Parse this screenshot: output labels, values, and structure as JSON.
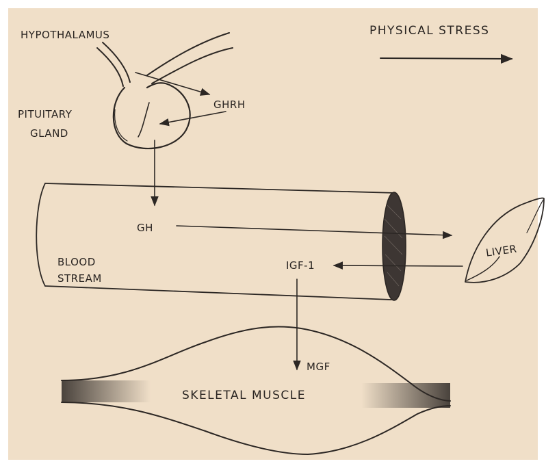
{
  "labels": {
    "hypothalamus": "HYPOTHALAMUS",
    "physical_stress": "PHYSICAL STRESS",
    "pituitary_line1": "PITUITARY",
    "pituitary_line2": "GLAND",
    "ghrh": "GHRH",
    "gh": "GH",
    "liver": "LIVER",
    "blood_line1": "BLOOD",
    "blood_line2": "STREAM",
    "igf1": "IGF-1",
    "mgf": "MGF",
    "skeletal_muscle": "SKELETAL MUSCLE"
  },
  "colors": {
    "paper": "#f0dfc8",
    "ink": "#2c2724",
    "frame": "#ffffff"
  }
}
